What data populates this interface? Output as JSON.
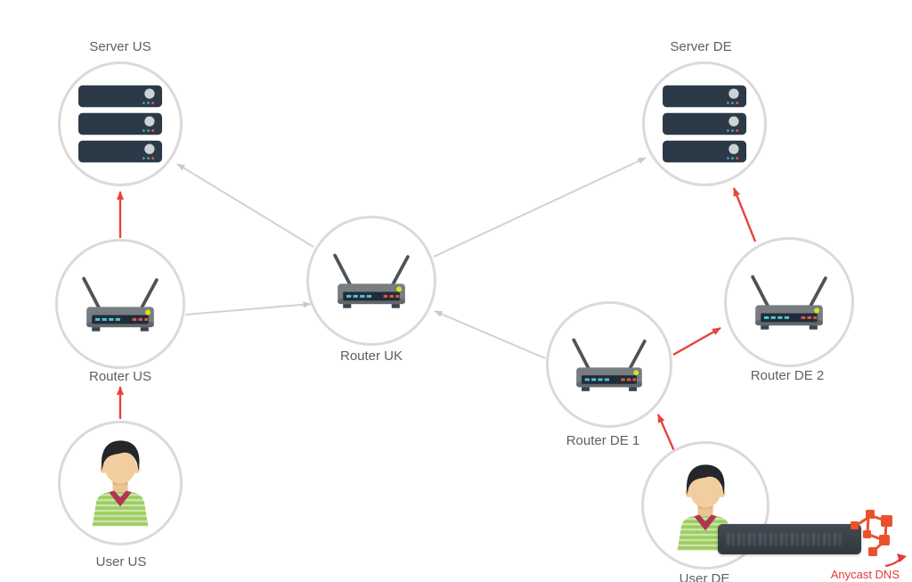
{
  "diagram": {
    "nodes": [
      {
        "id": "server-us",
        "type": "server",
        "label": "Server US"
      },
      {
        "id": "server-de",
        "type": "server",
        "label": "Server DE"
      },
      {
        "id": "router-us",
        "type": "router",
        "label": "Router US"
      },
      {
        "id": "router-uk",
        "type": "router",
        "label": "Router UK"
      },
      {
        "id": "router-de-1",
        "type": "router",
        "label": "Router DE 1"
      },
      {
        "id": "router-de-2",
        "type": "router",
        "label": "Router DE 2"
      },
      {
        "id": "user-us",
        "type": "user",
        "label": "User US"
      },
      {
        "id": "user-de",
        "type": "user",
        "label": "User DE"
      }
    ],
    "edges": [
      {
        "from": "router-uk",
        "to": "server-us",
        "style": "gray-arrow"
      },
      {
        "from": "router-us",
        "to": "router-uk",
        "style": "gray-arrow"
      },
      {
        "from": "router-uk",
        "to": "server-de",
        "style": "gray-arrow"
      },
      {
        "from": "router-de-1",
        "to": "router-uk",
        "style": "gray-arrow"
      },
      {
        "from": "user-us",
        "to": "router-us",
        "style": "red-arrow"
      },
      {
        "from": "router-us",
        "to": "server-us",
        "style": "red-arrow"
      },
      {
        "from": "user-de",
        "to": "router-de-1",
        "style": "red-arrow"
      },
      {
        "from": "router-de-1",
        "to": "router-de-2",
        "style": "red-arrow"
      },
      {
        "from": "router-de-2",
        "to": "server-de",
        "style": "red-arrow"
      }
    ],
    "colors": {
      "line_gray": "#d2d2d2",
      "arrow_red": "#e8443b",
      "circle_border": "#dadada",
      "label_text": "#5c6166",
      "server_body": "#2c3a48",
      "router_body": "#787d81",
      "led_yellow": "#d9e021",
      "logo_orange": "#e9512d",
      "logo_red": "#e53935"
    }
  },
  "watermark": {
    "caption": "Anycast DNS"
  }
}
